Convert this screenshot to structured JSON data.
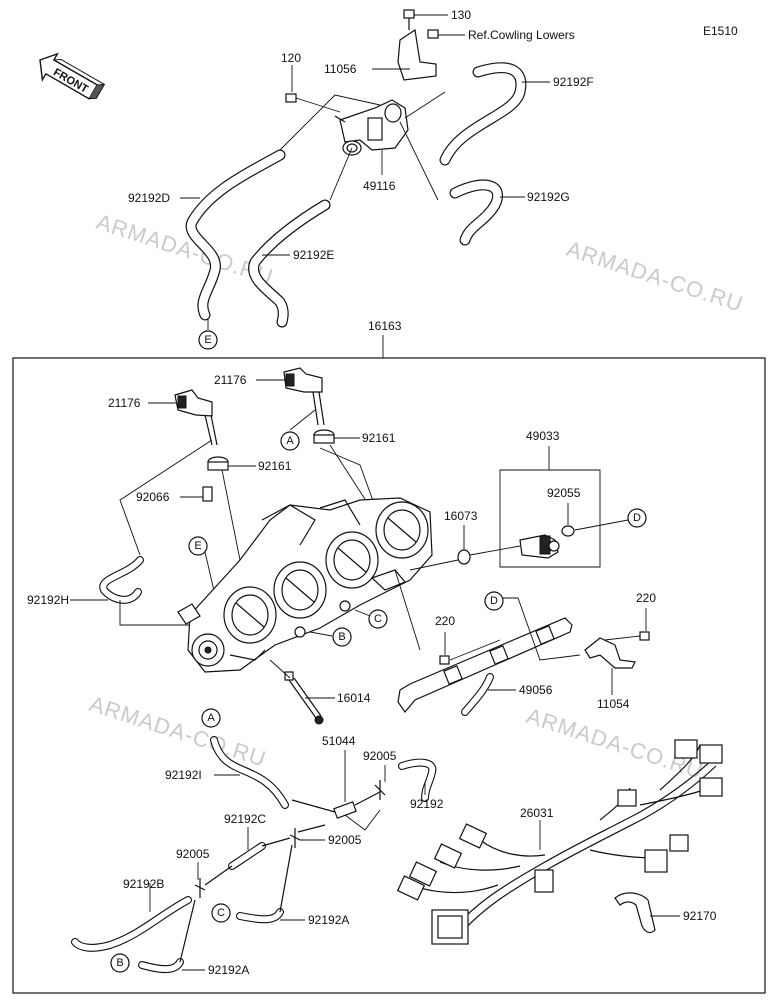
{
  "diagram_code": "E1510",
  "front_label": "FRONT",
  "watermark": "ARMADA-CO.RU",
  "assembly_number": "16163",
  "parts": {
    "p130": "130",
    "ref_cowling": "Ref.Cowling Lowers",
    "p120": "120",
    "p11056": "11056",
    "p92192F": "92192F",
    "p49116": "49116",
    "p92192G": "92192G",
    "p92192D": "92192D",
    "p92192E": "92192E",
    "p21176_a": "21176",
    "p21176_b": "21176",
    "p92161_a": "92161",
    "p92161_b": "92161",
    "p49033": "49033",
    "p92055": "92055",
    "p16073": "16073",
    "p92066": "92066",
    "p92192H": "92192H",
    "p220_a": "220",
    "p220_b": "220",
    "p49056": "49056",
    "p11054": "11054",
    "p16014": "16014",
    "p92192I": "92192I",
    "p51044": "51044",
    "p92005_a": "92005",
    "p92005_b": "92005",
    "p92005_c": "92005",
    "p92192": "92192",
    "p92192C": "92192C",
    "p92192B": "92192B",
    "p92192A_a": "92192A",
    "p92192A_b": "92192A",
    "p26031": "26031",
    "p92170": "92170"
  },
  "refs": {
    "A1": "A",
    "A2": "A",
    "B1": "B",
    "B2": "B",
    "C1": "C",
    "C2": "C",
    "D1": "D",
    "D2": "D",
    "E1": "E",
    "E2": "E"
  }
}
